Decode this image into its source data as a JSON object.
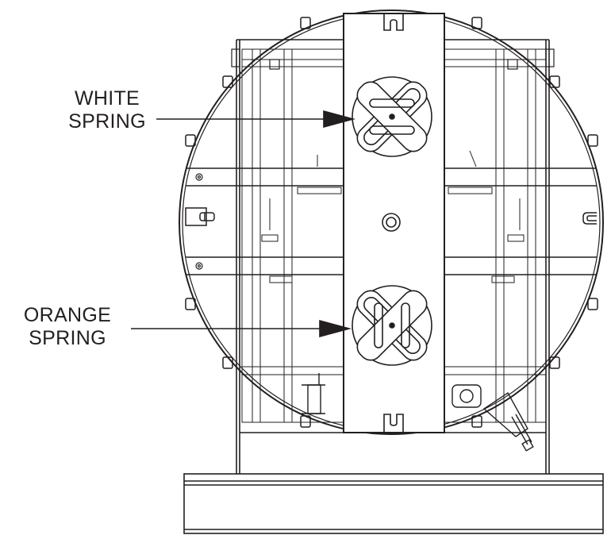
{
  "labels": {
    "white_spring": [
      "WHITE",
      "SPRING"
    ],
    "orange_spring": [
      "ORANGE",
      "SPRING"
    ]
  },
  "colors": {
    "line": "#231f20",
    "background": "#ffffff"
  }
}
